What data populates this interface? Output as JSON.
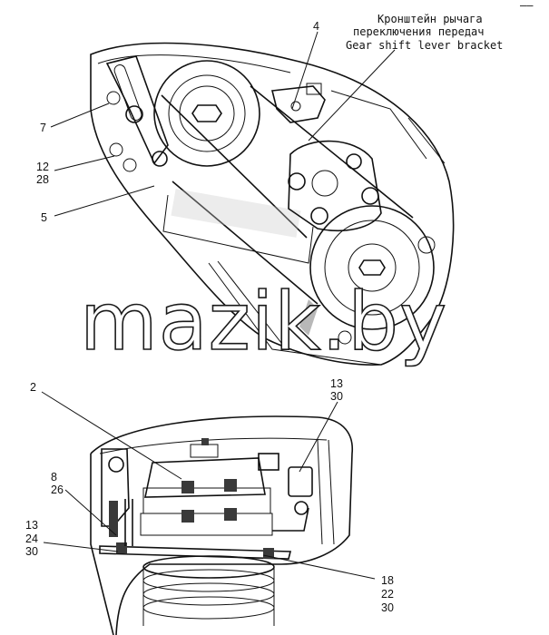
{
  "top_view": {
    "caption_ru_line1": "Кронштейн рычага",
    "caption_ru_line2": "переключения передач",
    "caption_en": "Gear shift lever bracket",
    "callouts": {
      "c4": "4",
      "c7": "7",
      "c12": "12",
      "c28": "28",
      "c5": "5"
    }
  },
  "bottom_view": {
    "callouts": {
      "c2": "2",
      "c13a": "13",
      "c30a": "30",
      "c8": "8",
      "c26": "26",
      "c13b": "13",
      "c24": "24",
      "c30b": "30",
      "c18": "18",
      "c22": "22",
      "c30c": "30"
    }
  },
  "watermark": "mazik.by",
  "corner_mark": "–—"
}
